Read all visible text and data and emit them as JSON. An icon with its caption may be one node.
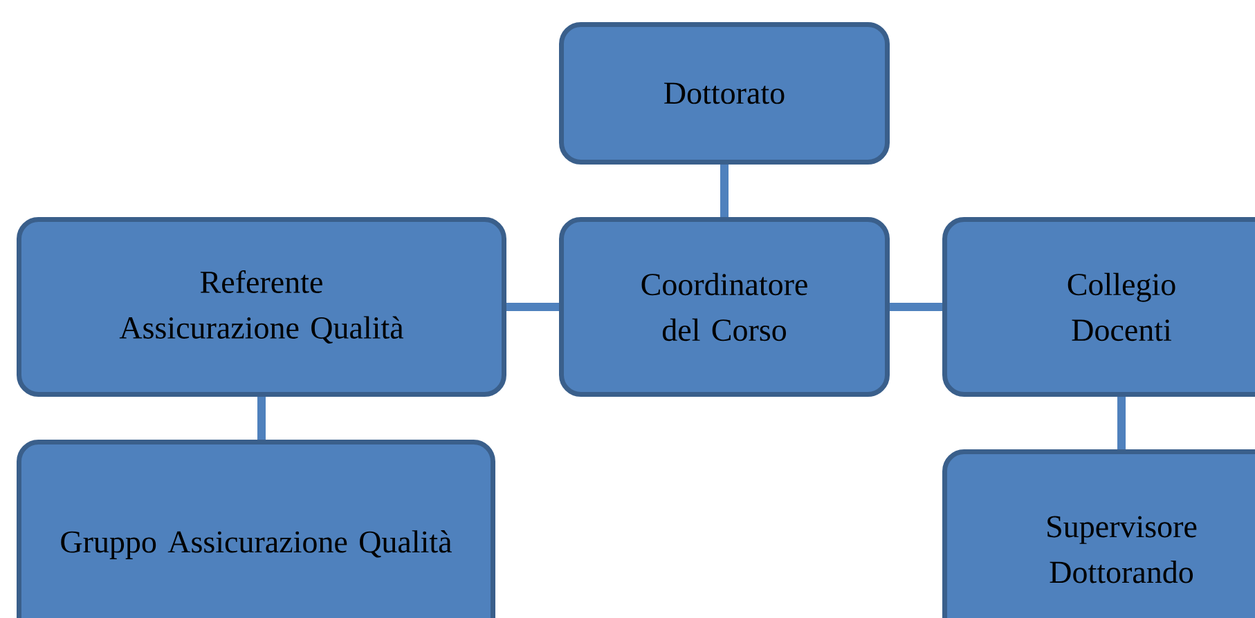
{
  "diagram": {
    "nodes": [
      {
        "text": [
          "Dottorato"
        ]
      },
      {
        "text": [
          "Referente Assicurazione Qualità"
        ]
      },
      {
        "text": [
          "Coordinatore del Corso"
        ]
      },
      {
        "text": [
          "Collegio Docenti"
        ]
      },
      {
        "text": [
          "Gruppo Assicurazione Qualità"
        ]
      },
      {
        "text": [
          "Supervisore Dottorando"
        ]
      }
    ],
    "edges": [
      {
        "from": 0,
        "to": 2,
        "arrow": "none"
      },
      {
        "from": 1,
        "to": 2,
        "arrow": "none"
      },
      {
        "from": 2,
        "to": 3,
        "arrow": "none"
      },
      {
        "from": 1,
        "to": 4,
        "arrow": "none"
      },
      {
        "from": 3,
        "to": 5,
        "arrow": "none"
      }
    ]
  }
}
